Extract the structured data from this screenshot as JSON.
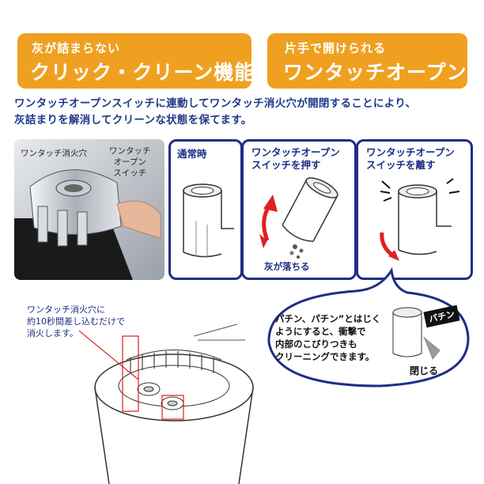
{
  "banner_left": {
    "small": "灰が詰まらない",
    "large": "クリック・クリーン機能"
  },
  "banner_right": {
    "small": "片手で開けられる",
    "large": "ワンタッチオープン"
  },
  "description": [
    "ワンタッチオープンスイッチに連動してワンタッチ消火穴が開閉することにより、",
    "灰詰まりを解消してクリーンな状態を保てます。"
  ],
  "photo": {
    "hole_label": "ワンタッチ消火穴",
    "switch_label": [
      "ワンタッチ",
      "オープン",
      "スイッチ"
    ]
  },
  "panels": [
    {
      "title": [
        "通常時"
      ]
    },
    {
      "title": [
        "ワンタッチオープン",
        "スイッチを押す"
      ],
      "caption": "灰が落ちる"
    },
    {
      "title": [
        "ワンタッチオープン",
        "スイッチを離す"
      ]
    }
  ],
  "extinguish_note": [
    "ワンタッチ消火穴に",
    "約10秒間差し込むだけで",
    "消火します。"
  ],
  "bubble": {
    "text": [
      "パチン、パチン”とはじく",
      "ようにすると、衝撃で",
      "内部のこびりつきも",
      "クリーニングできます。"
    ],
    "sound_label": "パチン",
    "close_label": "閉じる"
  },
  "colors": {
    "orange": "#f0a020",
    "navy": "#1f2d86",
    "text_blue": "#1e3a8a",
    "red": "#e02020"
  }
}
